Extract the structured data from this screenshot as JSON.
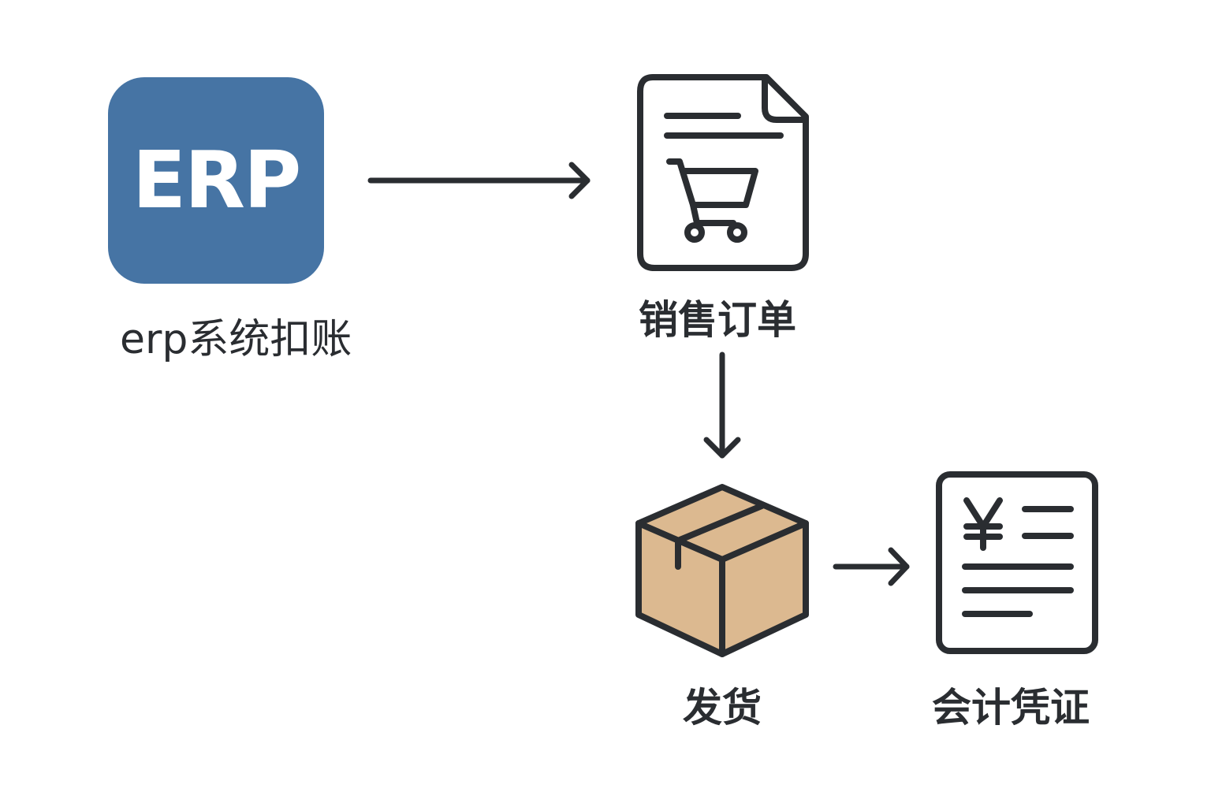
{
  "diagram": {
    "type": "flowchart",
    "nodes": [
      {
        "id": "erp",
        "icon": "erp-logo-icon",
        "icon_text": "ERP",
        "label": "erp系统扣账"
      },
      {
        "id": "sales_order",
        "icon": "sales-order-document-icon",
        "label": "销售订单"
      },
      {
        "id": "shipping",
        "icon": "cardboard-box-icon",
        "label": "发货"
      },
      {
        "id": "voucher",
        "icon": "accounting-voucher-icon",
        "label": "会计凭证"
      }
    ],
    "edges": [
      {
        "from": "erp",
        "to": "sales_order",
        "direction": "right"
      },
      {
        "from": "sales_order",
        "to": "shipping",
        "direction": "down"
      },
      {
        "from": "shipping",
        "to": "voucher",
        "direction": "right"
      }
    ],
    "voucher_symbol": "¥"
  },
  "colors": {
    "erp_blue": "#4674a4",
    "stroke": "#2a2d31",
    "box_fill": "#dcb990",
    "background": "#ffffff"
  }
}
